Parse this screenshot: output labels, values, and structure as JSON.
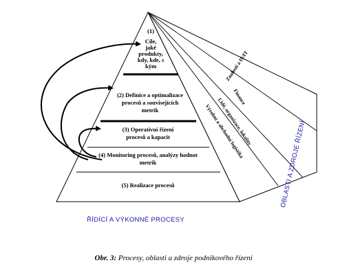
{
  "pyramid": {
    "level1": {
      "number": "(1)",
      "lines": [
        "Cíle,",
        "jaké",
        "produkty,",
        "kdy, kde, s",
        "kým"
      ]
    },
    "level2": {
      "lines": [
        "(2) Definice a optimalizace",
        "procesů a souvisejících",
        "metrik"
      ]
    },
    "level3": {
      "lines": [
        "(3) Operativní řízení",
        "procesů a kapacit"
      ]
    },
    "level4": {
      "lines": [
        "(4) Monitoring procesů, analýzy hodnot",
        "metrik"
      ]
    },
    "level5": {
      "lines": [
        "(5) Realizace procesů"
      ]
    }
  },
  "side_face": {
    "resources": [
      "Znalosti a IS/IT",
      "Finance",
      "Lidé, organizace, lokality",
      "Výrobní a obchodní logistika"
    ]
  },
  "labels": {
    "processes": "ŘÍDÍCÍ A VÝKONNÉ PROCESY",
    "areas": "OBLASTI A ZDROJE ŘÍZENÍ"
  },
  "caption": {
    "prefix": "Obr. 3:",
    "text": " Procesy, oblasti a zdroje podnikového řízení"
  },
  "colors": {
    "label_blue": "#1a1aa8",
    "ink": "#000000"
  }
}
